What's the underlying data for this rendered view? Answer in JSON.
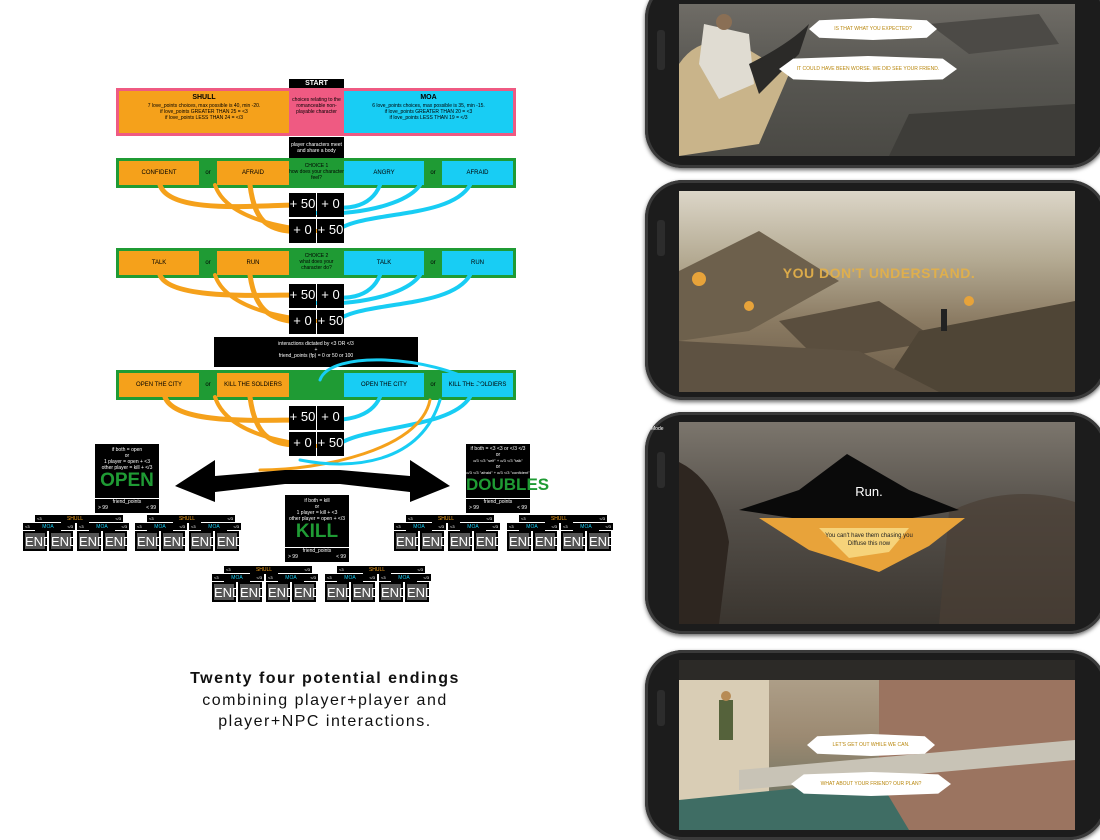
{
  "diagram": {
    "start_label": "START",
    "start_desc": "choices relating to the romanceable non-playable character",
    "shull": {
      "title": "SHULL",
      "lines": [
        "7 love_points choices, max possible is 40, min -20.",
        "if love_points GREATER THAN 25 = <3",
        "if love_points LESS THAN 24 = </3"
      ]
    },
    "moa": {
      "title": "MOA",
      "lines": [
        "6 love_points choices, max possible is 35, min -15.",
        "if love_points GREATER THAN 20 = <3",
        "if love_points LESS THAN 19 = </3"
      ]
    },
    "meet_label": "player characters meet and share a body",
    "choice1": {
      "title": "CHOICE 1",
      "question": "how does your character feel?",
      "left": [
        "CONFIDENT",
        "AFRAID"
      ],
      "right": [
        "ANGRY",
        "AFRAID"
      ]
    },
    "choice2": {
      "title": "CHOICE 2",
      "question": "what does your character do?",
      "left": [
        "TALK",
        "RUN"
      ],
      "right": [
        "TALK",
        "RUN"
      ]
    },
    "choice3": {
      "left": [
        "OPEN THE CITY",
        "KILL THE SOLDIERS"
      ],
      "right": [
        "OPEN THE CITY",
        "KILL THE SOLDIERS"
      ]
    },
    "or": "or",
    "fp_labels": {
      "p50": "+ 50",
      "p0": "+ 0",
      "fp": "fp"
    },
    "interactions": {
      "line1": "interactions dictated by <3 OR </3",
      "line2": "+",
      "line3": "friend_points (fp) = 0 or 50 or 100"
    },
    "ending_open": {
      "cond": [
        "if both = open",
        "or",
        "1 player = open + <3",
        "other player = kill + </3"
      ],
      "title": "OPEN"
    },
    "ending_kill": {
      "cond": [
        "if both = kill",
        "or",
        "1 player = kill + <3",
        "other player = open + </3"
      ],
      "title": "KILL"
    },
    "ending_doubles": {
      "cond": [
        "if both = <3 <3 or </3 </3",
        "or",
        "o/3 </3 \"self\" + o/3 </3 \"talk\"",
        "or",
        "o/3 </3 \"afraid\" + o/3 </3 \"confident\""
      ],
      "title": "DOUBLES"
    },
    "friend_points": "friend_points",
    "gt99": "> 99",
    "lt99": "< 99",
    "shull_tag": "SHULL",
    "moa_tag": "MOA",
    "heart": "<3",
    "broken": "</3",
    "end_label": "END"
  },
  "caption": {
    "line1": "Twenty four potential endings",
    "line2": "combining player+player and",
    "line3": "player+NPC interactions."
  },
  "phones": {
    "p1": {
      "bubble1": "IS THAT WHAT YOU EXPECTED?",
      "bubble2": "IT COULD HAVE BEEN WORSE. WE DID SEE YOUR FRIEND."
    },
    "p2": {
      "text": "YOU DON'T UNDERSTAND."
    },
    "p3": {
      "mode": "Mode",
      "title": "Run.",
      "line1": "You can't have them chasing you",
      "line2": "Diffuse this now"
    },
    "p4": {
      "bubble1": "LET'S GET OUT WHILE WE CAN.",
      "bubble2": "WHAT ABOUT YOUR FRIEND? OUR PLAN?"
    }
  },
  "colors": {
    "orange": "#f5a11b",
    "cyan": "#18cdf4",
    "green": "#1f9b34",
    "pink": "#ef5a82"
  }
}
